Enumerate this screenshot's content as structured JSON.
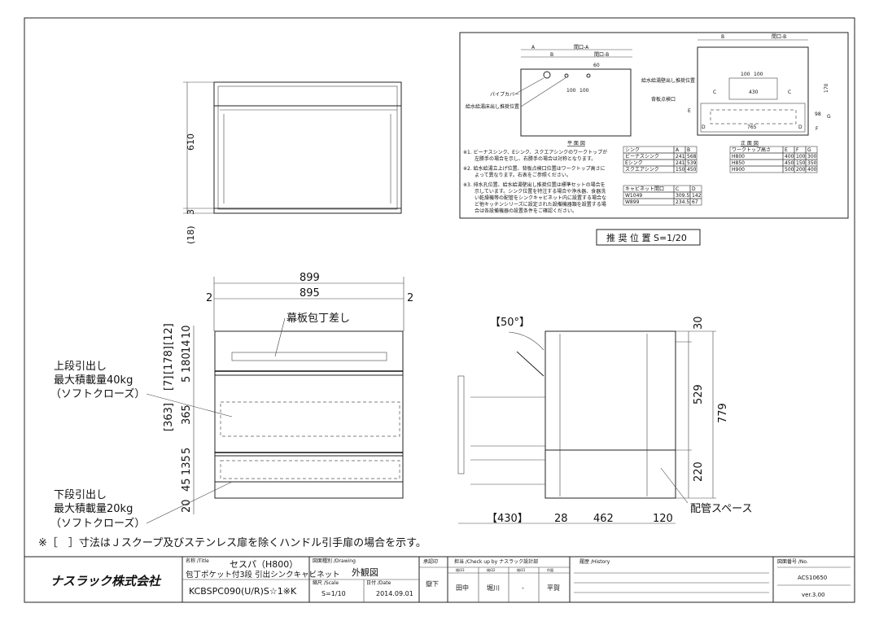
{
  "top_view": {
    "dim_height": "610",
    "dim_bottom": "(18)",
    "dim_bottom2": "3"
  },
  "recommend_box": {
    "plan": {
      "label_a": "A",
      "label_open_a": "間口-A",
      "label_b": "B",
      "label_open_b": "間口-B",
      "dim_60": "60",
      "dim_100a": "100",
      "dim_100b": "100",
      "pipe_cover": "パイプカバー",
      "floor_drain": "給水給湯床出し推奨位置",
      "title": "平 面 図"
    },
    "front": {
      "label_b": "B",
      "label_open_b": "間口-B",
      "dim_100a": "100",
      "dim_100b": "100",
      "dim_430": "430",
      "label_c": "C",
      "dim_170": "170",
      "wall_drain": "給水給湯壁出し推奨位置",
      "inspection": "背板点検口",
      "label_e": "E",
      "label_f": "F",
      "label_g": "G",
      "dim_98": "98",
      "dim_765": "765",
      "label_d": "D",
      "title": "正 面 図"
    },
    "notes": [
      "※1. ビーナスシンク、Eシンク、スクエアシンクのワークトップが",
      "左勝手の場合を示し、右勝手の場合は対称となります。",
      "※2. 給水給湯立上げ位置、背板点検口位置はワークトップ高さに",
      "よって異なります。右表をご参照ください。",
      "※3. 排水孔位置、給水給湯壁出し推奨位置は標準セットの場合を",
      "示しています。シンク位置を特注する場合や浄水器、食器洗",
      "い乾燥機等の配管をシンクキャビネット内に設置する場合な",
      "ど他キッチンシリーズに設定された設備機器類を設置する場",
      "合は各設備機器の設置条件をご確認ください。"
    ],
    "sink_table": {
      "headers": [
        "シンク",
        "A",
        "B"
      ],
      "rows": [
        [
          "ビーナスシンク",
          "241",
          "568"
        ],
        [
          "Eシンク",
          "241",
          "539"
        ],
        [
          "スクエアシンク",
          "150",
          "450"
        ]
      ]
    },
    "cabinet_table": {
      "headers": [
        "キャビネット間口",
        "C",
        "D"
      ],
      "rows": [
        [
          "W1049",
          "309.5",
          "142"
        ],
        [
          "W899",
          "234.5",
          "67"
        ]
      ]
    },
    "worktop_table": {
      "headers": [
        "ワークトップ高さ",
        "E",
        "F",
        "G"
      ],
      "rows": [
        [
          "H800",
          "400",
          "100",
          "300"
        ],
        [
          "H850",
          "450",
          "150",
          "350"
        ],
        [
          "H900",
          "500",
          "200",
          "400"
        ]
      ]
    },
    "caption": "推 奨 位 置  S=1/20"
  },
  "front_view": {
    "dim_899": "899",
    "dim_895": "895",
    "dim_2l": "2",
    "dim_2r": "2",
    "knife_label": "幕板包丁差し",
    "left_dims": [
      "10",
      "14",
      "180",
      "5",
      "365",
      "5",
      "135",
      "45",
      "20"
    ],
    "left_bracket_dims": [
      "[12]",
      "[178]",
      "[7]",
      "[363]"
    ],
    "upper_drawer": [
      "上段引出し",
      "最大積載量40kg",
      "（ソフトクローズ）"
    ],
    "lower_drawer": [
      "下段引出し",
      "最大積載量20kg",
      "（ソフトクローズ）"
    ]
  },
  "side_view": {
    "angle": "【50°】",
    "dim_30": "30",
    "dim_529": "529",
    "dim_779": "779",
    "dim_220": "220",
    "dim_430": "【430】",
    "dim_28": "28",
    "dim_462": "462",
    "dim_120": "120",
    "pipe_space": "配管スペース"
  },
  "footnote": "※［　］寸法はＪスクープ及びステンレス扉を除くハンドル引手扉の場合を示す。",
  "title_block": {
    "logo": "ナスラック株式会社",
    "name_label": "名称 /Title",
    "name_line1": "セスパ（H800）",
    "name_line2": "包丁ポケット付3段 引出シンクキャビネット",
    "model": "KCBSPC090(U/R)S☆1※K",
    "drawing_label": "図面種別 /Drawing",
    "drawing": "外観図",
    "scale_label": "縮尺 /Scale",
    "scale": "S=1/10",
    "date_label": "日付 /Date",
    "date": "2014.09.01",
    "approver_label": "承認印",
    "approver": "嶽下",
    "check_label": "担当 /Check up by ナスラック設計部",
    "checkers_labels": [
      "検印3",
      "検印2",
      "検印1",
      "作図"
    ],
    "checkers": [
      "田中",
      "堀川",
      "-",
      "平賀"
    ],
    "history_label": "履歴 /History",
    "no_label": "図面番号 /No.",
    "number": "ACS10650",
    "version": "ver.3.00"
  }
}
